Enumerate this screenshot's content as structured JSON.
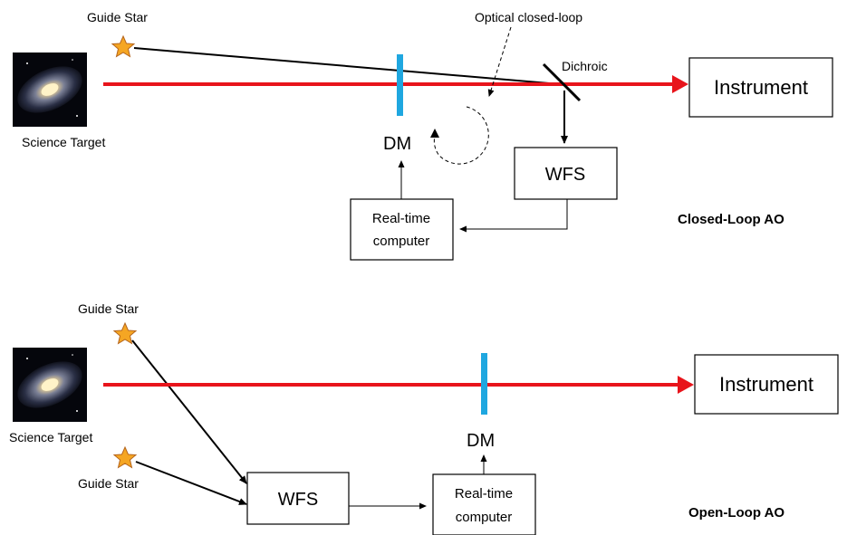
{
  "closed_loop": {
    "title": "Closed-Loop AO",
    "guide_star_label": "Guide Star",
    "science_target_label": "Science Target",
    "dm_label": "DM",
    "optical_loop_label": "Optical closed-loop",
    "dichroic_label": "Dichroic",
    "wfs_label": "WFS",
    "rtc_line1": "Real-time",
    "rtc_line2": "computer",
    "instrument_label": "Instrument"
  },
  "open_loop": {
    "title": "Open-Loop AO",
    "guide_star_top_label": "Guide Star",
    "guide_star_bottom_label": "Guide Star",
    "science_target_label": "Science Target",
    "dm_label": "DM",
    "wfs_label": "WFS",
    "rtc_line1": "Real-time",
    "rtc_line2": "computer",
    "instrument_label": "Instrument"
  },
  "colors": {
    "beam": "#e8141b",
    "dm": "#1fa7e0",
    "star_fill": "#f5a623",
    "star_stroke": "#b5651d"
  },
  "icons": {
    "guide_star": "star-icon",
    "science_target": "galaxy-icon"
  }
}
